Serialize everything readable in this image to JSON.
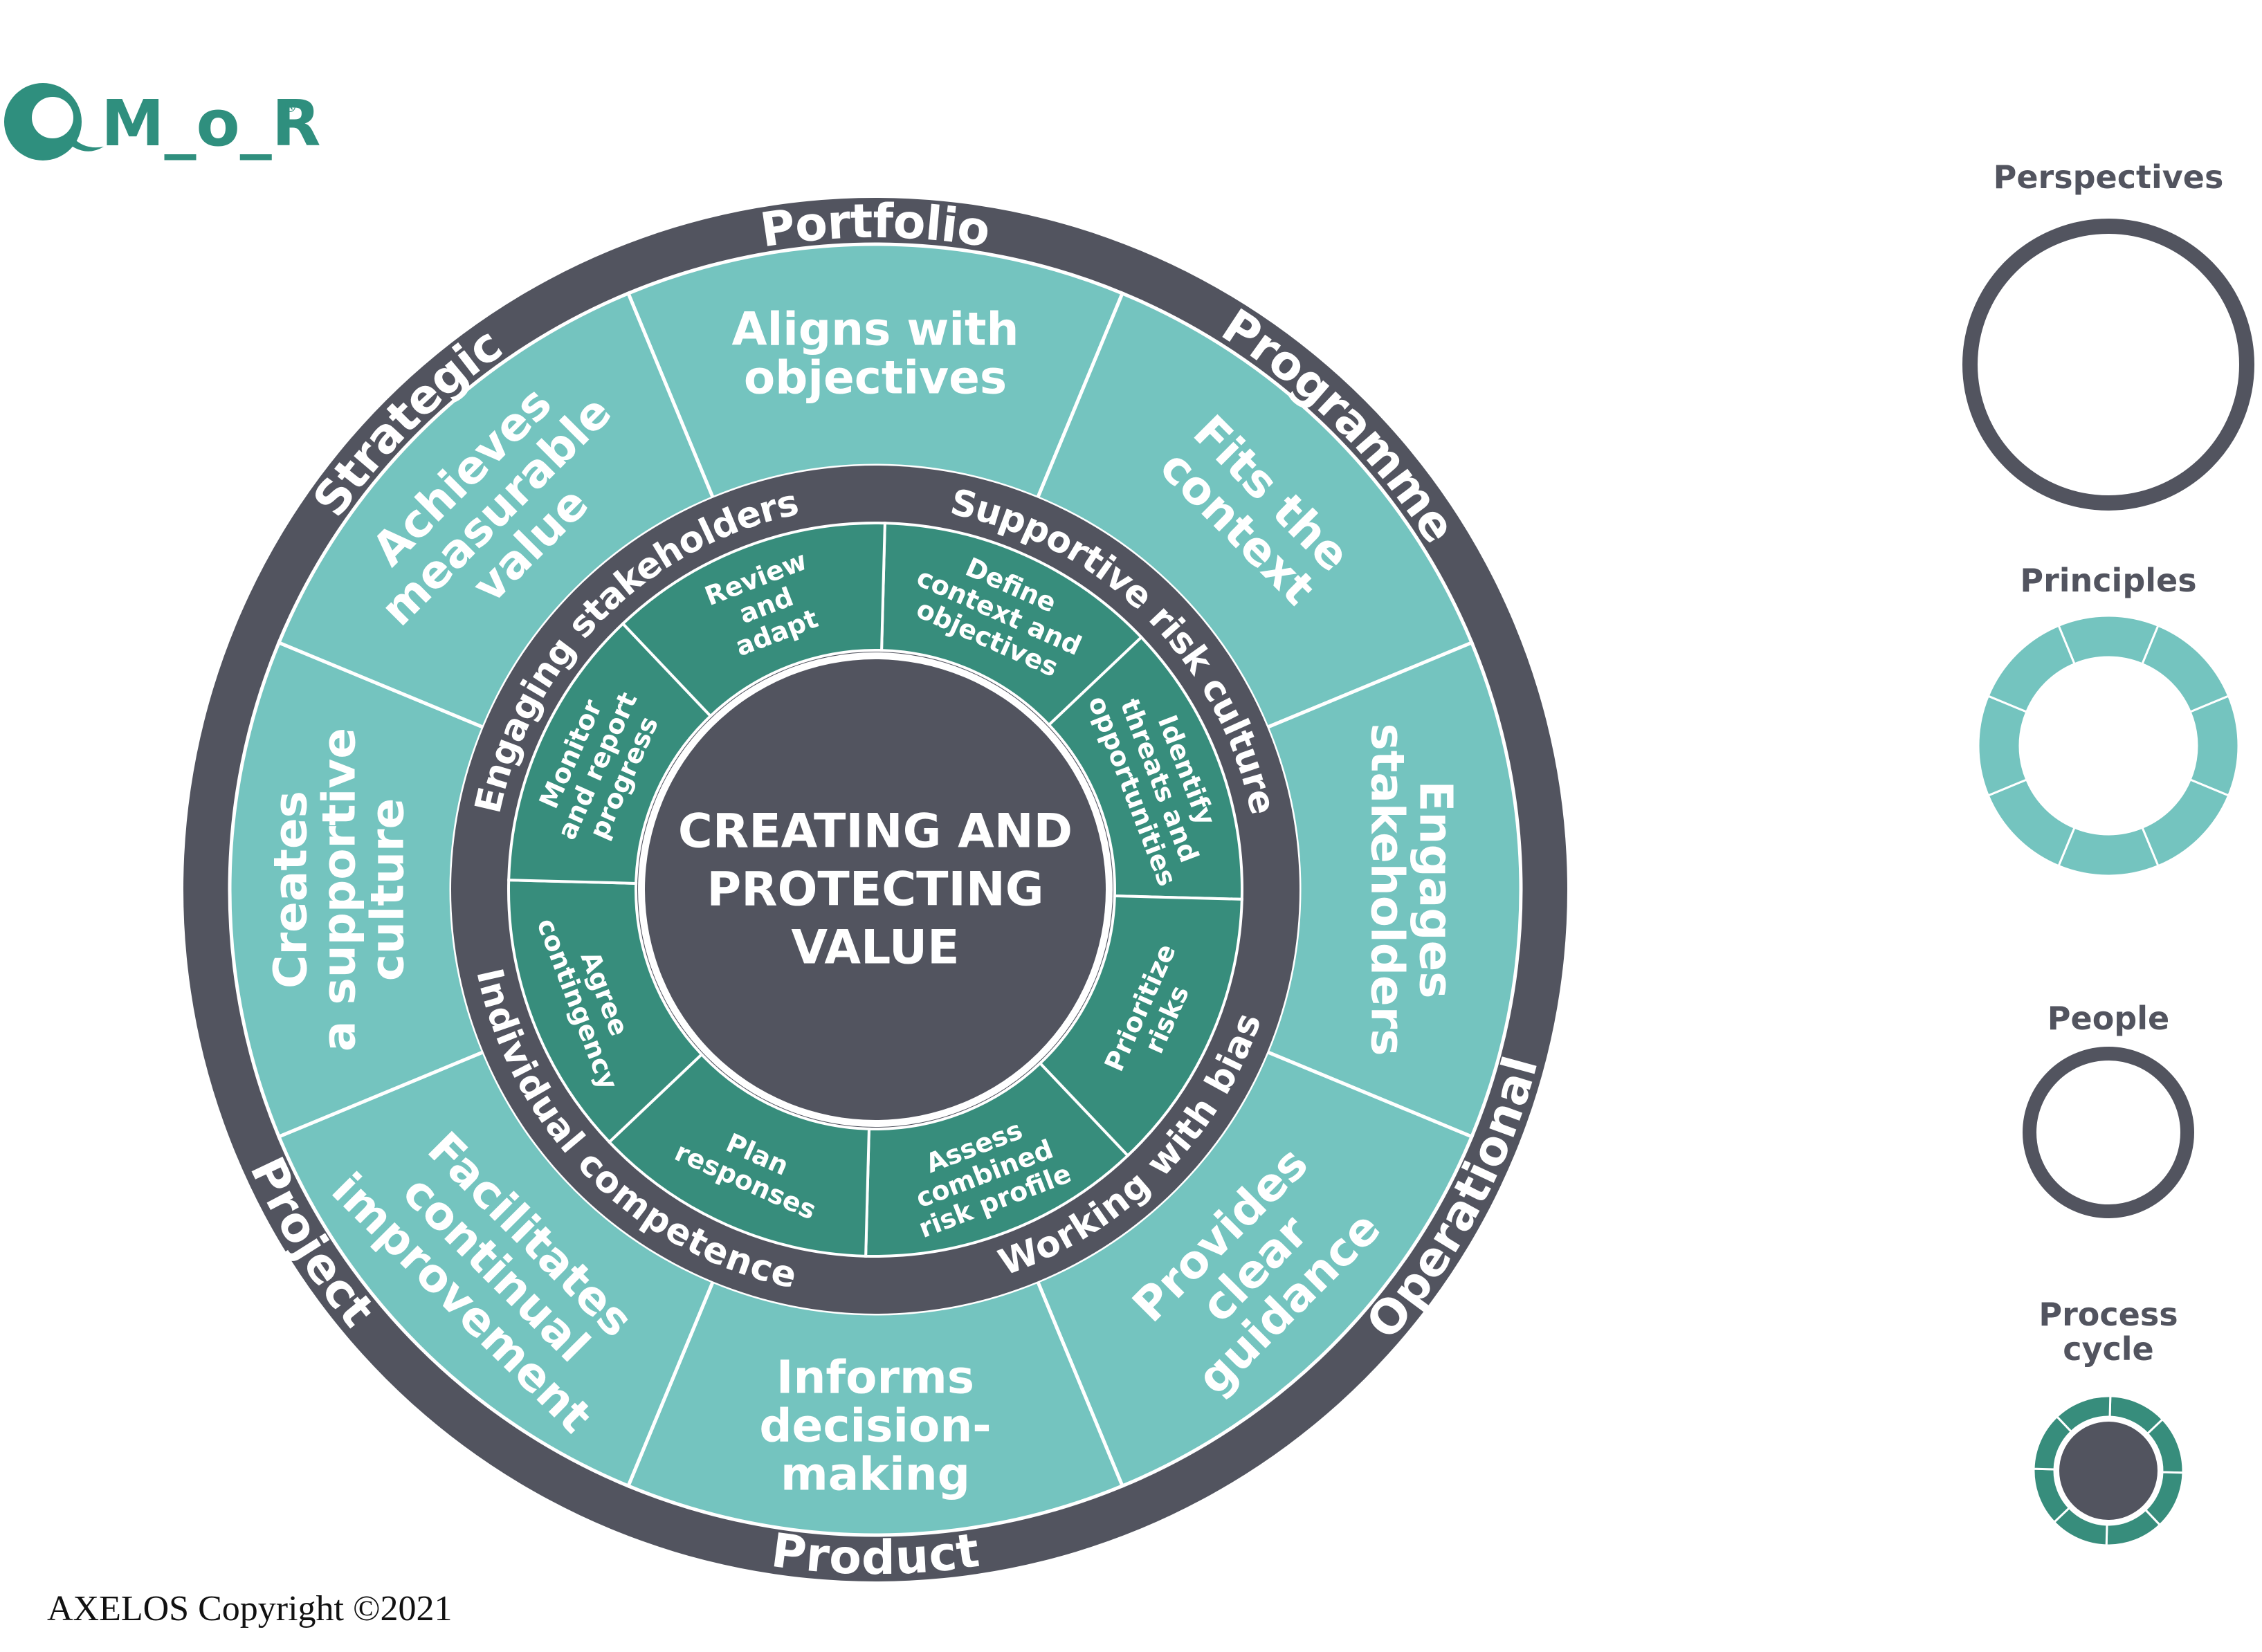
{
  "logo": {
    "text": "M_o_R",
    "registered": "®"
  },
  "colors": {
    "dark": "#52545f",
    "principle": "#74c4bf",
    "process": "#378d7c",
    "logo": "#2f8f7e",
    "white": "#ffffff"
  },
  "center": {
    "lines": [
      "CREATING AND",
      "PROTECTING",
      "VALUE"
    ]
  },
  "perspectives": [
    "Portfolio",
    "Programme",
    "Operational",
    "Product",
    "Project",
    "Strategic"
  ],
  "principles": [
    [
      "Aligns with",
      "objectives"
    ],
    [
      "Fits the",
      "context"
    ],
    [
      "Engages",
      "stakeholders"
    ],
    [
      "Provides",
      "clear",
      "guidance"
    ],
    [
      "Informs",
      "decision-",
      "making"
    ],
    [
      "Facilitates",
      "continual",
      "improvement"
    ],
    [
      "Creates",
      "a supportive",
      "culture"
    ],
    [
      "Achieves",
      "measurable",
      "value"
    ]
  ],
  "people": [
    "Supportive risk culture",
    "Working with bias",
    "Individual competence",
    "Engaging stakeholders"
  ],
  "process_steps": [
    [
      "Define",
      "context and",
      "objectives"
    ],
    [
      "Identify",
      "threats and",
      "opportunities"
    ],
    [
      "Prioritize",
      "risks"
    ],
    [
      "Assess",
      "combined",
      "risk profile"
    ],
    [
      "Plan",
      "responses"
    ],
    [
      "Agree",
      "contingency"
    ],
    [
      "Monitor",
      "and report",
      "progress"
    ],
    [
      "Review",
      "and",
      "adapt"
    ]
  ],
  "legend": {
    "perspectives": "Perspectives",
    "principles": "Principles",
    "people": "People",
    "process_cycle": [
      "Process",
      "cycle"
    ]
  },
  "copyright": "AXELOS Copyright ©2021"
}
